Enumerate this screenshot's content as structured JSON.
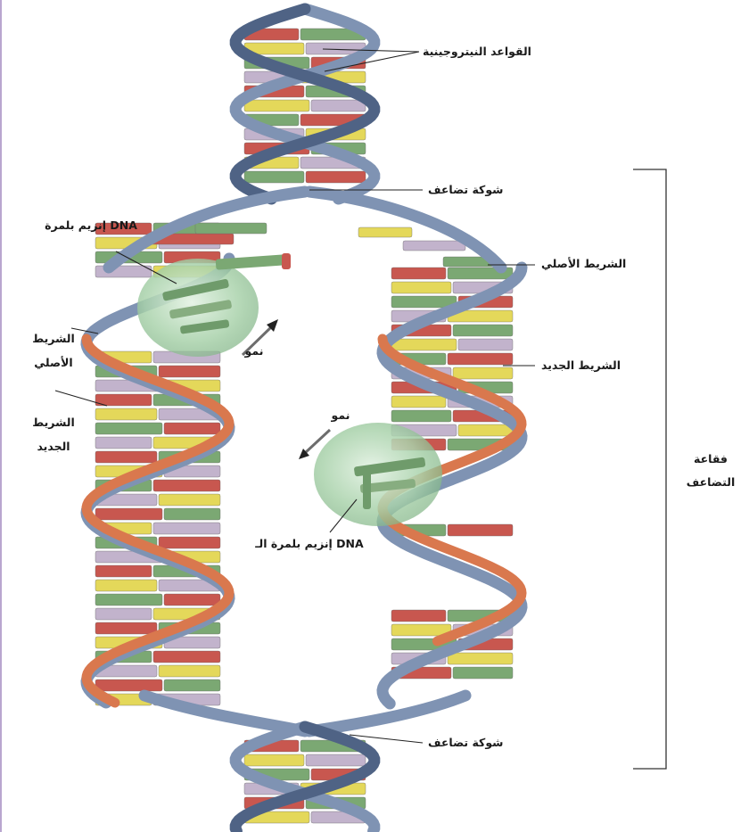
{
  "labels": {
    "nitrogen_bases": "القواعد النيتروجينية",
    "fork_top": "شوكة تضاعف",
    "fork_bottom": "شوكة تضاعف",
    "enzyme_left": "إنزيم بلمرة DNA",
    "enzyme_right": "إنزيم بلمرة الـ DNA",
    "original_right": "الشريط الأصلي",
    "new_right": "الشريط الجديد",
    "original_left_1": "الشريط",
    "original_left_2": "الأصلي",
    "new_left_1": "الشريط",
    "new_left_2": "الجديد",
    "growth_left": "نمو",
    "growth_right": "نمو",
    "bubble_1": "فقاعة",
    "bubble_2": "التضاعف"
  },
  "colors": {
    "backbone": "#7f93b3",
    "backbone_dark": "#4f6385",
    "new_strand": "#d9784e",
    "base_yellow": "#e4d85a",
    "base_green": "#7ba873",
    "base_red": "#c8574f",
    "base_lilac": "#c2b3cc",
    "enzyme": "#b7d9b8",
    "frame": "#b9a6cf"
  }
}
